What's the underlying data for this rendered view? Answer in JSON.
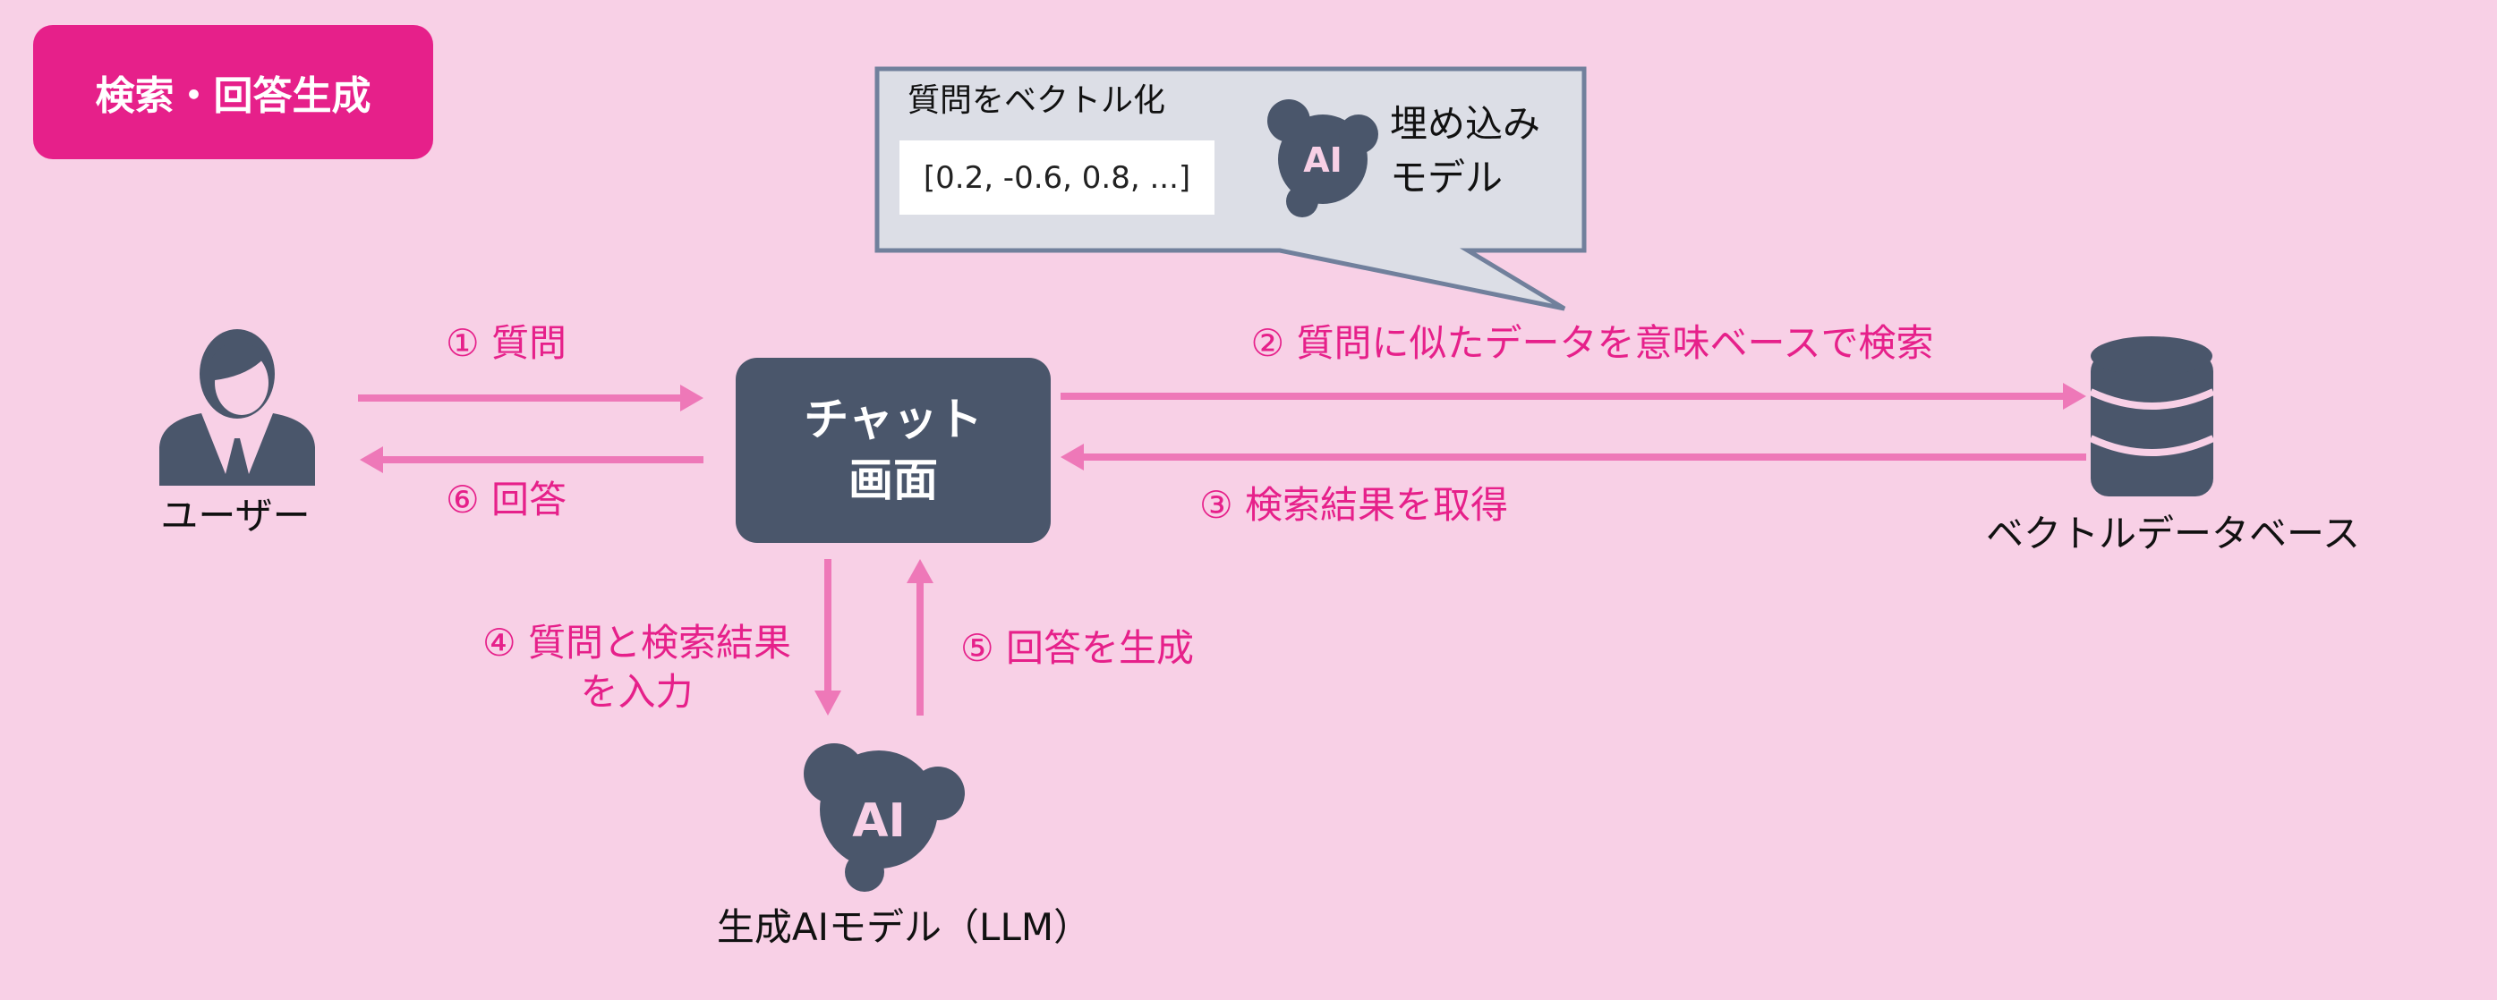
{
  "title": "検索・回答生成",
  "bubble": {
    "heading": "質問をベクトル化",
    "vector": "[0.2, -0.6, 0.8, ...]",
    "model_line1": "埋め込み",
    "model_line2": "モデル",
    "icon_text": "AI"
  },
  "nodes": {
    "user": "ユーザー",
    "chat_line1": "チャット",
    "chat_line2": "画面",
    "db": "ベクトルデータベース",
    "llm": "生成AIモデル（LLM）",
    "llm_icon_text": "AI"
  },
  "steps": {
    "s1": "① 質問",
    "s2": "② 質問に似たデータを意味ベースで検索",
    "s3": "③ 検索結果を取得",
    "s4_line1": "④ 質問と検索結果",
    "s4_line2": "を入力",
    "s5": "⑤ 回答を生成",
    "s6": "⑥ 回答"
  },
  "colors": {
    "background": "#F8D0E6",
    "accent": "#E6208A",
    "arrow": "#EE78B8",
    "node": "#4A566B"
  }
}
